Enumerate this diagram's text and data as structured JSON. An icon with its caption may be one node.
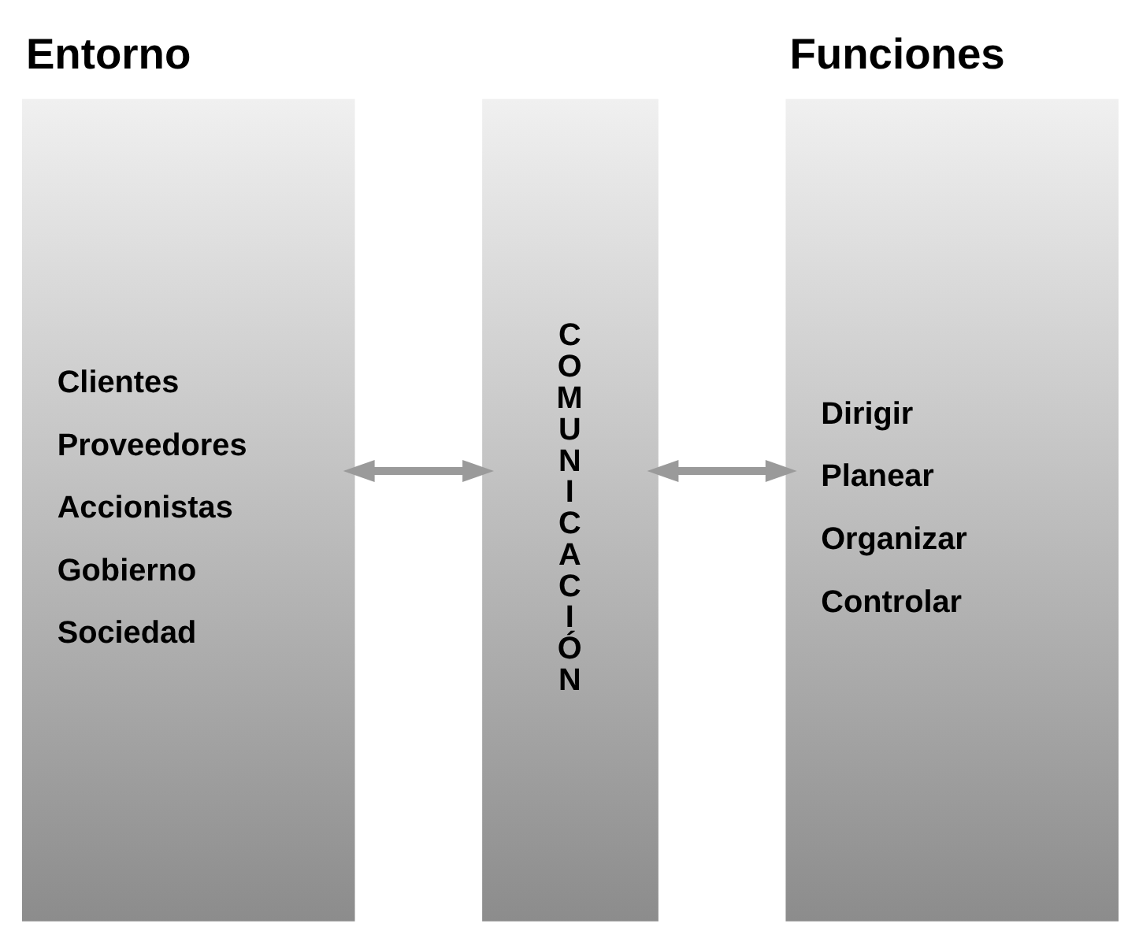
{
  "diagram": {
    "nodes": [
      {
        "text": [
          "Entorno",
          "Clientes",
          "Proveedores",
          "Accionistas",
          "Gobierno",
          "Sociedad"
        ]
      },
      {
        "text": [
          "COMUNICACIÓN"
        ]
      },
      {
        "text": [
          "Funciones",
          "Dirigir",
          "Planear",
          "Organizar",
          "Controlar"
        ]
      }
    ],
    "edges": [
      {
        "from": 0,
        "to": 1,
        "arrow": "both"
      },
      {
        "from": 1,
        "to": 2,
        "arrow": "both"
      }
    ]
  }
}
